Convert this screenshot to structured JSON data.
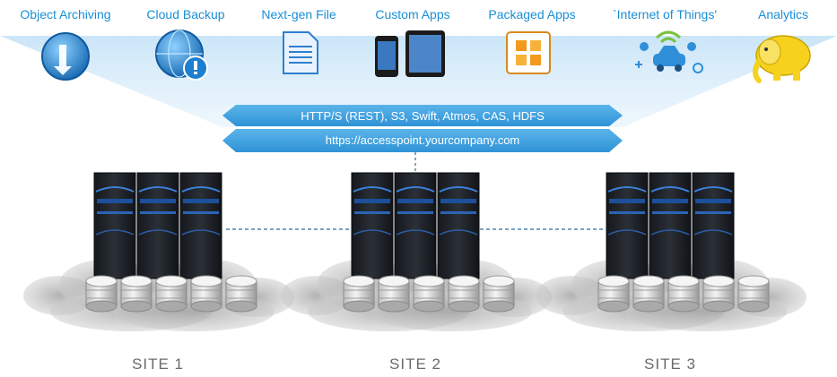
{
  "apps": [
    {
      "label": "Object Archiving",
      "icon": "archive-arrows-icon"
    },
    {
      "label": "Cloud Backup",
      "icon": "globe-backup-icon"
    },
    {
      "label": "Next-gen File",
      "icon": "document-icon"
    },
    {
      "label": "Custom Apps",
      "icon": "phone-tablet-icon"
    },
    {
      "label": "Packaged Apps",
      "icon": "office-apps-icon"
    },
    {
      "label": "`Internet of Things'",
      "icon": "connected-car-icon"
    },
    {
      "label": "Analytics",
      "icon": "hadoop-elephant-icon"
    }
  ],
  "protocols": "HTTP/S (REST), S3, Swift, Atmos, CAS, HDFS",
  "endpoint": "https://accesspoint.yourcompany.com",
  "sites": [
    {
      "label": "SITE  1"
    },
    {
      "label": "SITE  2"
    },
    {
      "label": "SITE  3"
    }
  ],
  "colors": {
    "label_blue": "#1a8fd6",
    "banner_blue": "#3aa0df",
    "link_blue": "#2b6a9a",
    "site_gray": "#6a6a6a"
  }
}
